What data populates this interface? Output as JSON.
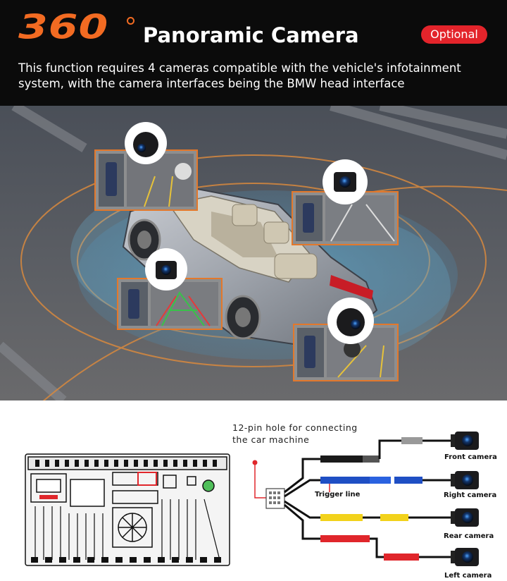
{
  "header": {
    "number": "360",
    "title": "Panoramic Camera",
    "badge": "Optional",
    "description": "This function requires 4 cameras compatible with the vehicle's infotainment system, with the camera interfaces being the BMW head interface"
  },
  "diagram": {
    "pin_label": "12-pin hole for connecting the car machine",
    "trigger_label": "Trigger line",
    "cameras": {
      "front": "Front camera",
      "right": "Right camera",
      "rear": "Rear camera",
      "left": "Left camera"
    }
  },
  "colors": {
    "accent_orange": "#f26b22",
    "badge_red": "#e3242b",
    "wire_blue": "#1f4fc4",
    "wire_yellow": "#f2d21b",
    "wire_red": "#e0262b"
  },
  "icons": [
    "camera-icon",
    "fan-icon",
    "connector-icon"
  ]
}
